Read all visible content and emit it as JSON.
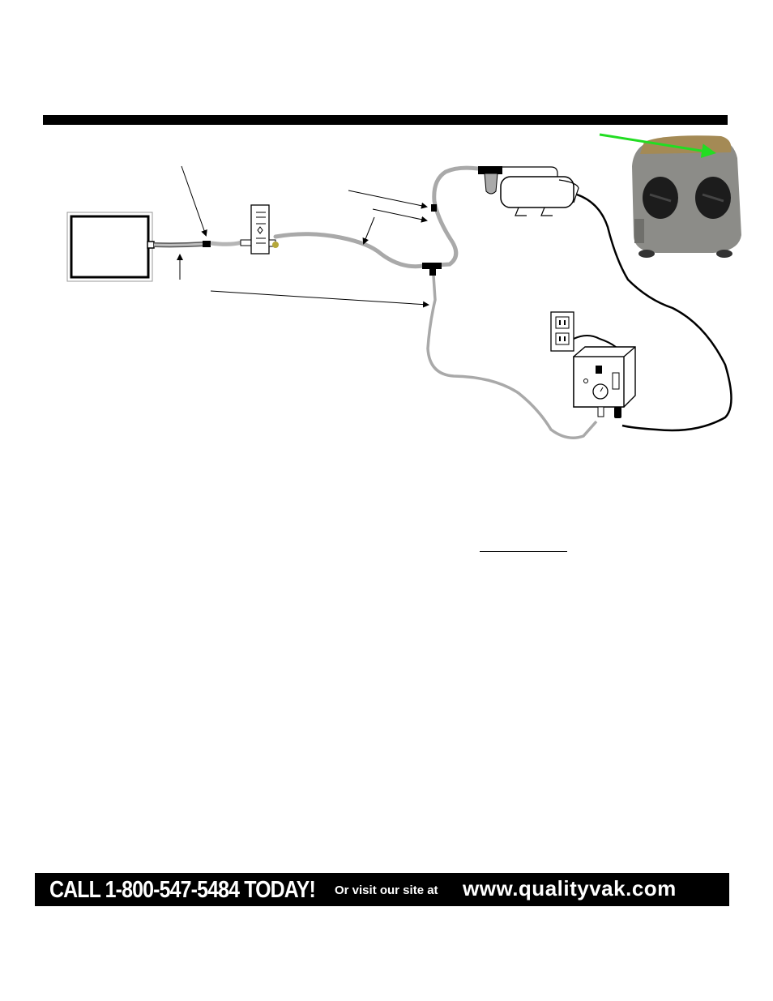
{
  "footer": {
    "call": "CALL 1-800-547-5484 TODAY!",
    "visit": "Or visit our site at",
    "site": "www.qualityvak.com"
  },
  "colors": {
    "rule": "#000000",
    "tubing": "#b0b0b0",
    "pointer_arrow": "#22dd22",
    "footer_bg": "#000000",
    "footer_text": "#ffffff"
  },
  "icons": {
    "panel": "vacuum-panel-icon",
    "gauge": "vacuum-gauge-icon",
    "pump": "vacuum-pump-icon",
    "outlet": "wall-outlet-icon",
    "control": "control-box-icon",
    "photo": "pump-photo-icon"
  }
}
